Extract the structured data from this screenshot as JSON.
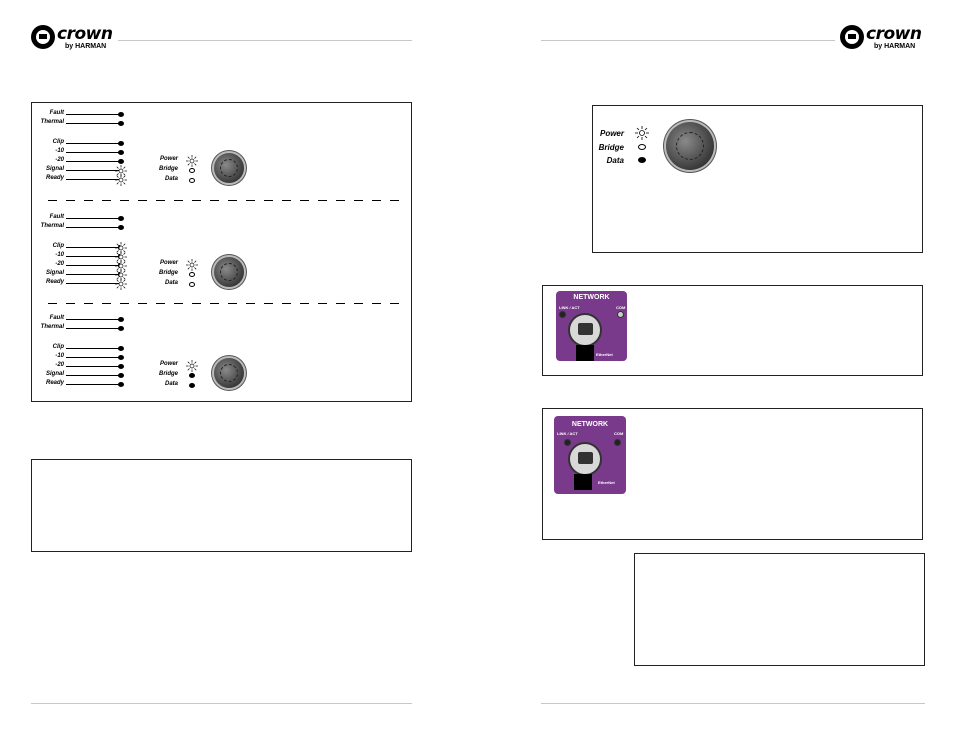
{
  "brand": {
    "name": "crown",
    "byline": "by HARMAN"
  },
  "panel1": {
    "rows": [
      {
        "group": [
          {
            "label": "Fault",
            "led": "on"
          },
          {
            "label": "Thermal",
            "led": "on"
          }
        ]
      },
      {
        "group": [
          {
            "label": "Clip",
            "led": "on"
          },
          {
            "label": "-10",
            "led": "on"
          },
          {
            "label": "-20",
            "led": "on"
          },
          {
            "label": "Signal",
            "led": "blink"
          },
          {
            "label": "Ready",
            "led": "blink"
          }
        ]
      }
    ]
  },
  "labels": {
    "fault": "Fault",
    "thermal": "Thermal",
    "clip": "Clip",
    "m10": "-10",
    "m20": "-20",
    "signal": "Signal",
    "ready": "Ready",
    "power": "Power",
    "bridge": "Bridge",
    "data": "Data"
  },
  "network": {
    "title": "NETWORK",
    "link_act": "LINK / ACT",
    "com": "COM",
    "brand": "EtherNet"
  },
  "colors": {
    "network_panel": "#7a3a8c",
    "rule": "#c8c8c8"
  }
}
